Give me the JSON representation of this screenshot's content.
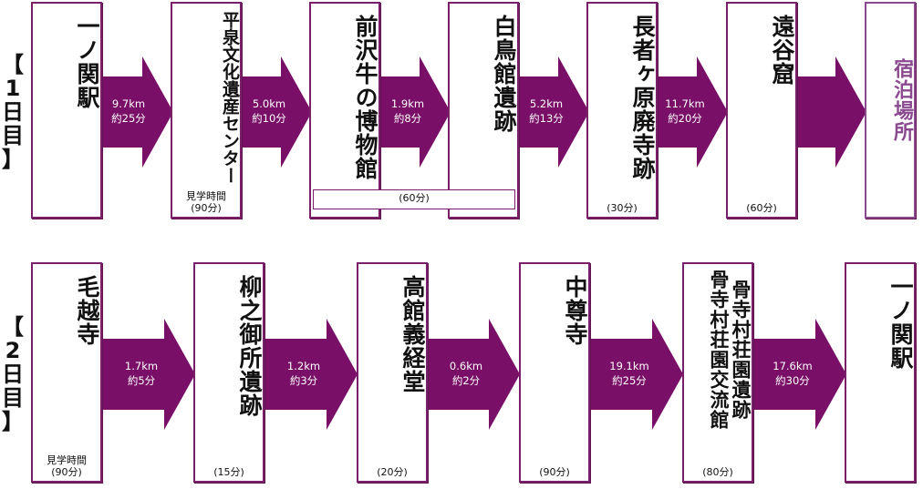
{
  "days": [
    {
      "label": [
        "【",
        "1",
        "日",
        "目",
        "】"
      ],
      "stops": [
        {
          "name": "一ノ関駅",
          "note": ""
        },
        {
          "name": "平泉文化遺産センター",
          "note": "見学時間\n(90分)"
        },
        {
          "name": "前沢牛の博物館",
          "note": ""
        },
        {
          "name": "白鳥館遺跡",
          "note": ""
        },
        {
          "name": "長者ヶ原廃寺跡",
          "note": "(30分)"
        },
        {
          "name": "遠谷窟",
          "note": "(60分)"
        },
        {
          "name": "宿泊場所",
          "note": ""
        }
      ],
      "segments": [
        {
          "distance": "9.7km",
          "time": "約25分"
        },
        {
          "distance": "5.0km",
          "time": "約10分"
        },
        {
          "distance": "1.9km",
          "time": "約8分"
        },
        {
          "distance": "5.2km",
          "time": "約13分"
        },
        {
          "distance": "11.7km",
          "time": "約20分"
        },
        {
          "distance": "",
          "time": ""
        }
      ],
      "shared_note": "(60分)"
    },
    {
      "label": [
        "【",
        "2",
        "日",
        "目",
        "】"
      ],
      "stops": [
        {
          "name": "毛越寺",
          "note": "見学時間\n(90分)"
        },
        {
          "name": "柳之御所遺跡",
          "note": "(15分)"
        },
        {
          "name": "高館義経堂",
          "note": "(20分)"
        },
        {
          "name": "中尊寺",
          "note": "(90分)"
        },
        {
          "name": "骨寺村荘園遺跡\n骨寺村荘園交流館",
          "note": "(80分)"
        },
        {
          "name": "一ノ関駅",
          "note": ""
        }
      ],
      "segments": [
        {
          "distance": "1.7km",
          "time": "約5分"
        },
        {
          "distance": "1.2km",
          "time": "約3分"
        },
        {
          "distance": "0.6km",
          "time": "約2分"
        },
        {
          "distance": "19.1km",
          "time": "約25分"
        },
        {
          "distance": "17.6km",
          "time": "約30分"
        }
      ]
    }
  ],
  "colors": {
    "accent": "#7a0f68",
    "border": "#7a1f6a",
    "destination": "#8b4a8f"
  }
}
